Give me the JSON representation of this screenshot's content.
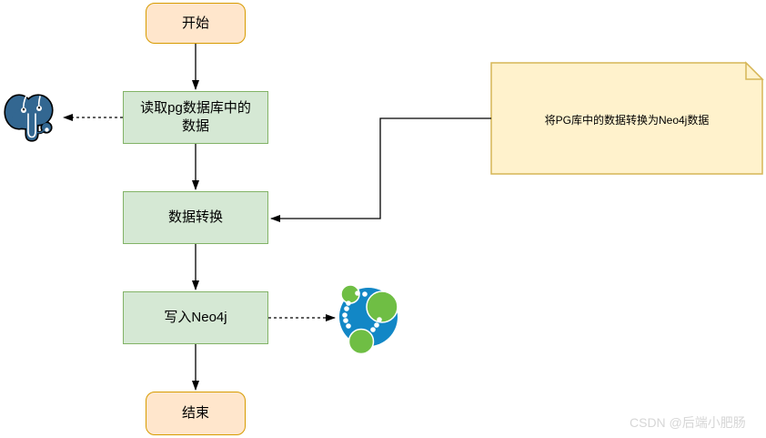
{
  "diagram": {
    "nodes": {
      "start": {
        "label": "开始"
      },
      "read": {
        "label": "读取pg数据库中的数据"
      },
      "transform": {
        "label": "数据转换"
      },
      "write": {
        "label": "写入Neo4j"
      },
      "end": {
        "label": "结束"
      }
    },
    "note": {
      "text": "将PG库中的数据转换为Neo4j数据"
    },
    "icons": {
      "postgresql": "postgresql-elephant-logo",
      "neo4j": "neo4j-graph-logo"
    }
  },
  "watermark": {
    "text": "CSDN @后端小肥肠"
  },
  "colors": {
    "bg": "#ffffff",
    "orange-fill": "#FFE6CC",
    "orange-border": "#D79B00",
    "green-fill": "#D5E8D4",
    "green-border": "#82B366",
    "note-fill": "#FFF2CC",
    "note-border": "#D6B656",
    "line": "#000000",
    "pg-blue": "#336791",
    "neo-blue": "#1287C6",
    "neo-green": "#6FBE44",
    "watermark": "#D6D6D6"
  }
}
